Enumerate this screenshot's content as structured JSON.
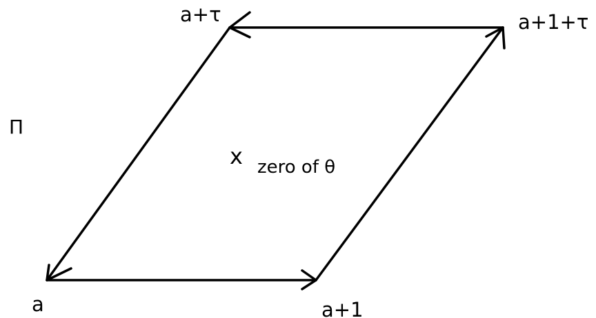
{
  "diagram": {
    "region_label": "Π",
    "vertices": {
      "a": "a",
      "a_plus_1": "a+1",
      "a_plus_tau": "a+τ",
      "a_plus_1_plus_tau": "a+1+τ"
    },
    "zero_marker": "x",
    "zero_label": "zero of θ",
    "edges": [
      {
        "from": "a",
        "to": "a+1",
        "direction": "forward"
      },
      {
        "from": "a+1",
        "to": "a+1+τ",
        "direction": "forward"
      },
      {
        "from": "a+1+τ",
        "to": "a+τ",
        "direction": "forward"
      },
      {
        "from": "a+τ",
        "to": "a",
        "direction": "forward"
      }
    ],
    "colors": {
      "stroke": "#000000",
      "background": "#ffffff"
    }
  }
}
